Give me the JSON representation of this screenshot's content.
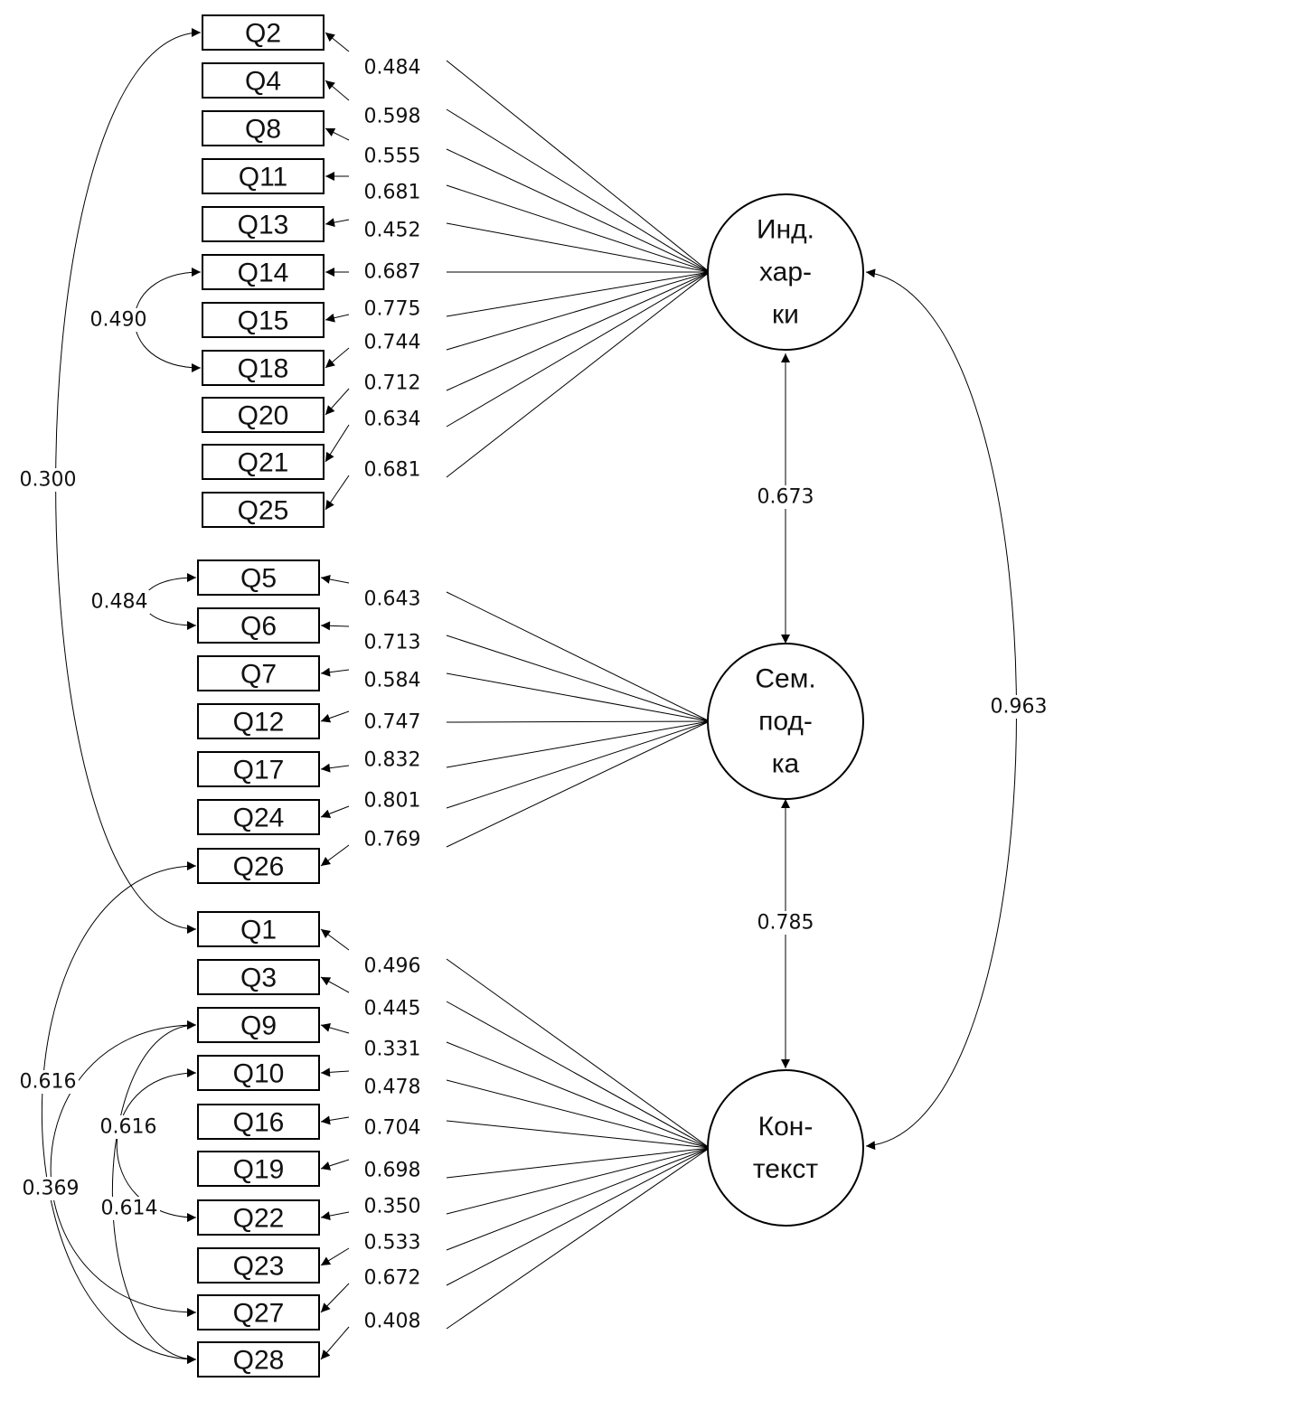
{
  "factors": [
    {
      "id": "ind",
      "lines": [
        "Инд.",
        "хар-",
        "ки"
      ]
    },
    {
      "id": "sem",
      "lines": [
        "Сем.",
        "под-",
        "ка"
      ]
    },
    {
      "id": "kon",
      "lines": [
        "Кон-",
        "текст"
      ]
    }
  ],
  "groups": [
    {
      "factor": "ind",
      "items": [
        {
          "label": "Q2",
          "loading": "0.484"
        },
        {
          "label": "Q4",
          "loading": "0.598"
        },
        {
          "label": "Q8",
          "loading": "0.555"
        },
        {
          "label": "Q11",
          "loading": "0.681"
        },
        {
          "label": "Q13",
          "loading": "0.452"
        },
        {
          "label": "Q14",
          "loading": "0.687"
        },
        {
          "label": "Q15",
          "loading": "0.775"
        },
        {
          "label": "Q18",
          "loading": "0.744"
        },
        {
          "label": "Q20",
          "loading": "0.712"
        },
        {
          "label": "Q21",
          "loading": "0.634"
        },
        {
          "label": "Q25",
          "loading": "0.681"
        }
      ]
    },
    {
      "factor": "sem",
      "items": [
        {
          "label": "Q5",
          "loading": "0.643"
        },
        {
          "label": "Q6",
          "loading": "0.713"
        },
        {
          "label": "Q7",
          "loading": "0.584"
        },
        {
          "label": "Q12",
          "loading": "0.747"
        },
        {
          "label": "Q17",
          "loading": "0.832"
        },
        {
          "label": "Q24",
          "loading": "0.801"
        },
        {
          "label": "Q26",
          "loading": "0.769"
        }
      ]
    },
    {
      "factor": "kon",
      "items": [
        {
          "label": "Q1",
          "loading": "0.496"
        },
        {
          "label": "Q3",
          "loading": "0.445"
        },
        {
          "label": "Q9",
          "loading": "0.331"
        },
        {
          "label": "Q10",
          "loading": "0.478"
        },
        {
          "label": "Q16",
          "loading": "0.704"
        },
        {
          "label": "Q19",
          "loading": "0.698"
        },
        {
          "label": "Q22",
          "loading": "0.350"
        },
        {
          "label": "Q23",
          "loading": "0.533"
        },
        {
          "label": "Q27",
          "loading": "0.672"
        },
        {
          "label": "Q28",
          "loading": "0.408"
        }
      ]
    }
  ],
  "factor_correlations": [
    {
      "from": "ind",
      "to": "sem",
      "value": "0.673"
    },
    {
      "from": "sem",
      "to": "kon",
      "value": "0.785"
    },
    {
      "from": "ind",
      "to": "kon",
      "value": "0.963"
    }
  ],
  "error_covariances": [
    {
      "from": "Q2",
      "to": "Q1",
      "value": "0.300"
    },
    {
      "from": "Q14",
      "to": "Q18",
      "value": "0.490"
    },
    {
      "from": "Q5",
      "to": "Q6",
      "value": "0.484"
    },
    {
      "from": "Q26",
      "to": "Q28",
      "value": "0.616"
    },
    {
      "from": "Q9",
      "to": "Q27",
      "value": "0.369"
    },
    {
      "from": "Q10",
      "to": "Q22",
      "value": "0.616"
    },
    {
      "from": "Q9",
      "to": "Q28",
      "value": "0.614"
    }
  ]
}
